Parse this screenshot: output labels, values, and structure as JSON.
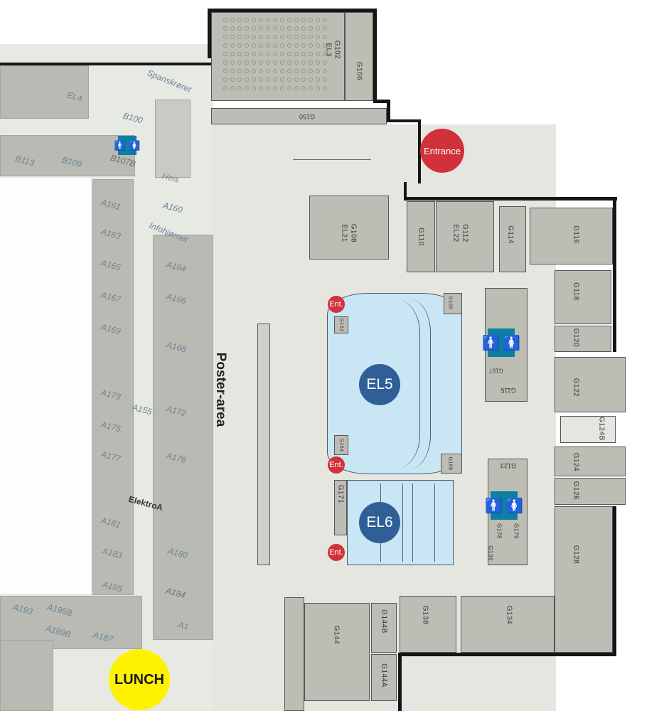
{
  "markers": {
    "entrance": "Entrance",
    "lunch": "LUNCH",
    "ent": "Ent.",
    "el5": "EL5",
    "el6": "EL6"
  },
  "area_labels": {
    "poster_area": "Poster-area",
    "elektro_a": "ElektroA",
    "spanskroret": "Spanskrøret",
    "infohjornet": "Infohjørnet",
    "heis": "Heis"
  },
  "rooms": {
    "EL4": "EL4",
    "B100": "B100",
    "B113": "B113",
    "B109": "B109",
    "B107B": "B107B",
    "A160": "A160",
    "A161": "A161",
    "A163": "A163",
    "A165": "A165",
    "A167": "A167",
    "A169": "A169",
    "A173": "A173",
    "A175": "A175",
    "A177": "A177",
    "A181": "A181",
    "A183": "A183",
    "A185": "A185",
    "A187": "A187",
    "A189B": "A189B",
    "A193": "A193",
    "A195B": "A195B",
    "A155": "A155",
    "A164": "A164",
    "A166": "A166",
    "A168": "A168",
    "A172": "A172",
    "A176": "A176",
    "A180": "A180",
    "A184": "A184",
    "A1": "A1",
    "G102": "G102",
    "EL3": "EL3",
    "G106": "G106",
    "G150": "G150",
    "G108": "G108",
    "EL21": "EL21",
    "G110": "G110",
    "G112": "G112",
    "EL22": "EL22",
    "G114": "G114",
    "G116": "G116",
    "G118": "G118",
    "G120": "G120",
    "G122": "G122",
    "G124B": "G124B",
    "G124": "G124",
    "G126": "G126",
    "G128": "G128",
    "G115": "G115",
    "G157": "G157",
    "G123": "G123",
    "G178": "G178",
    "G179": "G179",
    "G139": "G139",
    "G162": "G162",
    "G164": "G164",
    "G166": "G166",
    "G168": "G168",
    "G171": "G171",
    "G138": "G138",
    "G134": "G134",
    "G144": "G144",
    "G144B": "G144B",
    "G144A": "G144A"
  },
  "colors": {
    "entrance": "#d0313a",
    "lunch": "#fff200",
    "hall_marker": "#2f5f96",
    "hall_fill": "#c8e6f3",
    "toilet": "#0d7fa0"
  }
}
